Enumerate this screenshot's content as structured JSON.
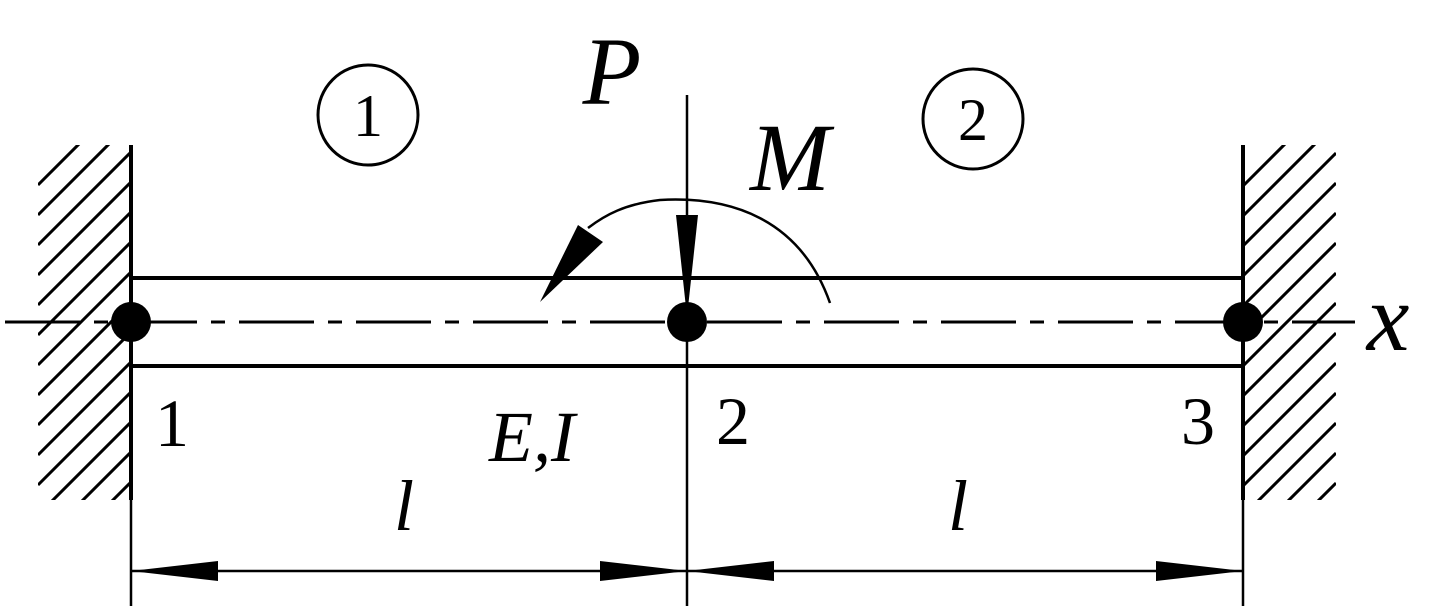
{
  "load": {
    "force_label": "P",
    "moment_label": "M"
  },
  "elements": [
    {
      "label": "1"
    },
    {
      "label": "2"
    }
  ],
  "nodes": [
    {
      "label": "1"
    },
    {
      "label": "2"
    },
    {
      "label": "3"
    }
  ],
  "material": {
    "label": "E,I"
  },
  "spans": [
    {
      "label": "l"
    },
    {
      "label": "l"
    }
  ],
  "axis": {
    "label": "x"
  }
}
